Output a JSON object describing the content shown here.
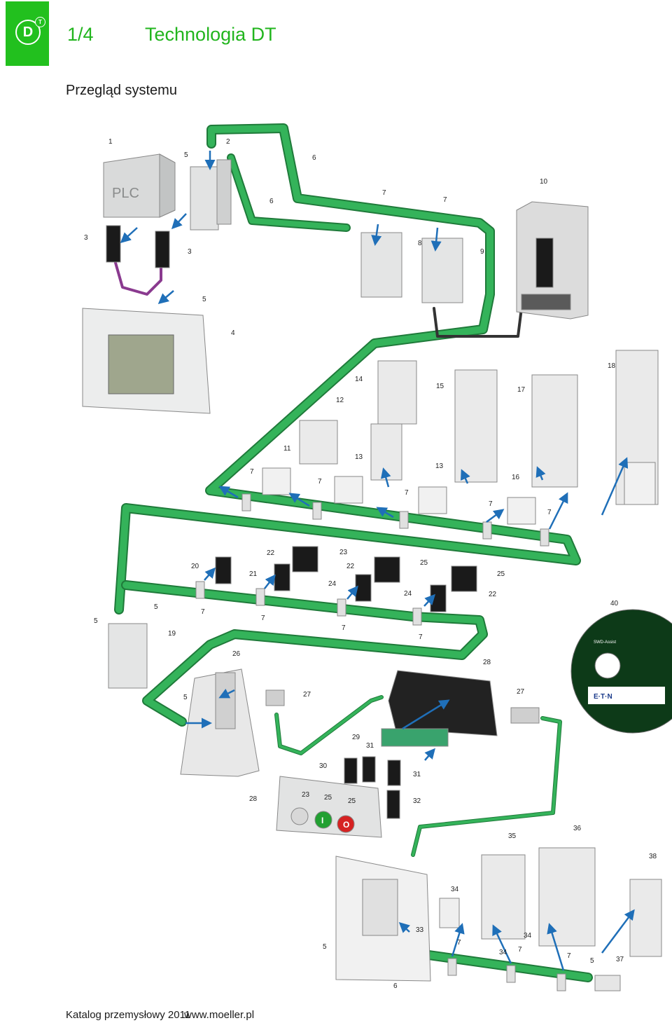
{
  "header": {
    "logo_text": "D",
    "logo_sup": "T",
    "section_number": "1/4",
    "title": "Technologia DT",
    "subtitle": "Przegląd systemu"
  },
  "footer": {
    "catalog": "Katalog przemysłowy 2011",
    "website": "www.moeller.pl"
  },
  "diagram": {
    "plc_label": "PLC",
    "cd_brand": "SWD-Assist",
    "cd_logo": "E·T·N",
    "push_buttons": [
      "",
      "I",
      "O"
    ],
    "callouts": [
      "1",
      "2",
      "3",
      "3",
      "4",
      "5",
      "5",
      "6",
      "6",
      "7",
      "7",
      "8",
      "9",
      "10",
      "11",
      "12",
      "13",
      "13",
      "14",
      "15",
      "16",
      "17",
      "18",
      "7",
      "7",
      "7",
      "7",
      "7",
      "19",
      "20",
      "21",
      "22",
      "22",
      "22",
      "23",
      "24",
      "24",
      "25",
      "25",
      "5",
      "5",
      "7",
      "7",
      "7",
      "7",
      "40",
      "26",
      "5",
      "27",
      "27",
      "28",
      "28",
      "29",
      "30",
      "31",
      "31",
      "32",
      "23",
      "25",
      "25",
      "33",
      "34",
      "34",
      "34",
      "35",
      "36",
      "37",
      "38",
      "5",
      "5",
      "6",
      "7",
      "7",
      "7"
    ]
  },
  "colors": {
    "accent": "#22b51e",
    "cable": "#2fa84f",
    "cable_dark": "#1f7a3a",
    "arrow": "#1f6fb8",
    "purple_cable": "#8a3a8f"
  }
}
